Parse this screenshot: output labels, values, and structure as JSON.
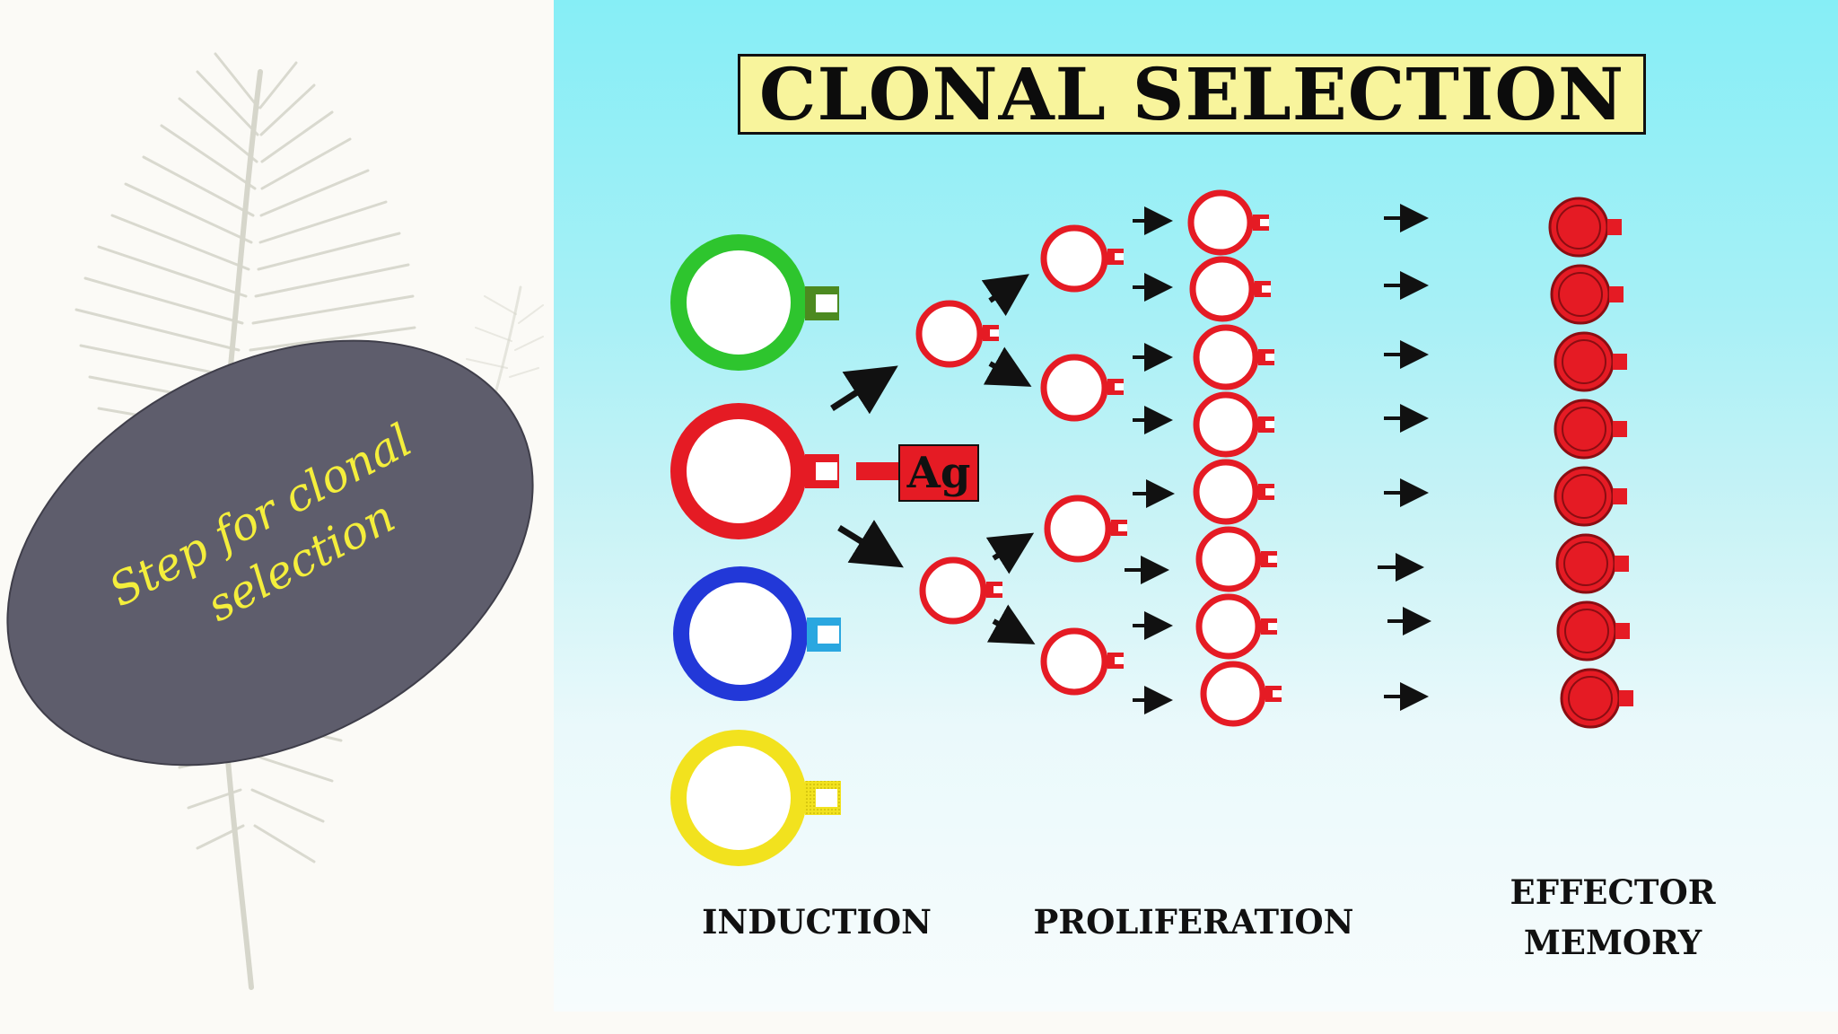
{
  "slide": {
    "oval": {
      "line_1": "Step for clonal",
      "line_2": "selection",
      "fill": "#5e5d6c",
      "text_color": "#f4ee3c"
    },
    "diagram": {
      "title": "CLONAL SELECTION",
      "antigen_label": "Ag",
      "stage_labels": {
        "induction": "INDUCTION",
        "proliferation": "PROLIFERATION",
        "effector": "EFFECTOR",
        "memory": "MEMORY"
      },
      "colors": {
        "green_cell": "#2ec52e",
        "red_cell": "#e51b24",
        "blue_cell": "#2238d8",
        "yellow_cell": "#f2e21e",
        "title_fill": "#f8f49c"
      }
    }
  }
}
